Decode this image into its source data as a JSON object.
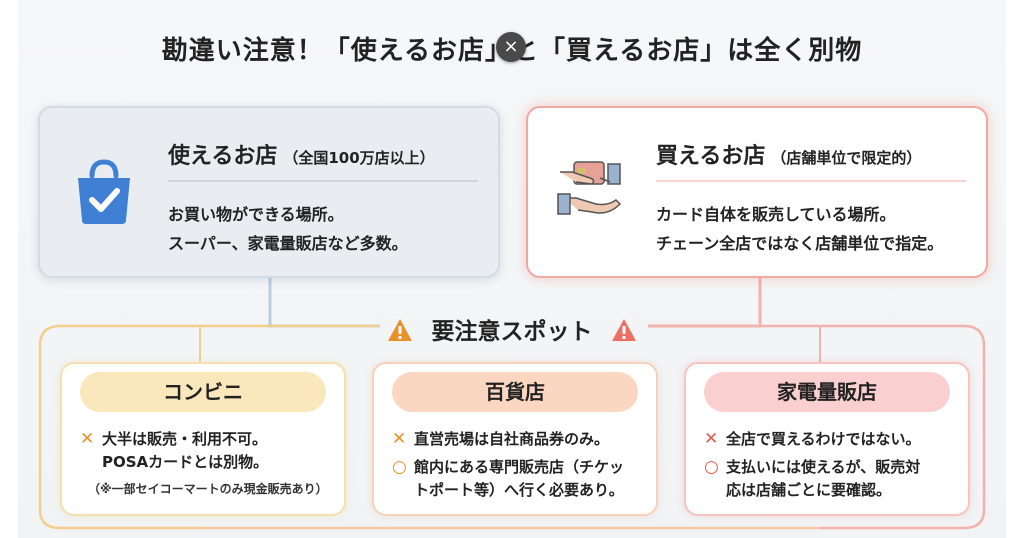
{
  "title": "勘違い注意！「使えるお店」と「買えるお店」は全く別物",
  "close_button": "×",
  "cards": {
    "left": {
      "heading": "使えるお店",
      "sub": "（全国100万店以上）",
      "lines": [
        "お買い物ができる場所。",
        "スーパー、家電量販店など多数。"
      ],
      "icon": "shopping-bag-check-icon"
    },
    "right": {
      "heading": "買えるお店",
      "sub": "（店舗単位で限定的）",
      "lines": [
        "カード自体を販売している場所。",
        "チェーン全店ではなく店舗単位で指定。"
      ],
      "icon": "hand-card-handover-icon"
    }
  },
  "spot": {
    "title": "要注意スポット",
    "icon": "warning-triangle-icon"
  },
  "boxes": [
    {
      "title": "コンビニ",
      "items": [
        {
          "mark": "✕",
          "lines": [
            "大半は販売・利用不可。",
            "POSAカードとは別物。"
          ]
        }
      ],
      "note": "（※一部セイコーマートのみ現金販売あり）"
    },
    {
      "title": "百貨店",
      "items": [
        {
          "mark": "✕",
          "lines": [
            "直営売場は自社商品券のみ。"
          ]
        },
        {
          "mark": "○",
          "lines": [
            "館内にある専門販売店（チケッ",
            "トポート等）へ行く必要あり。"
          ]
        }
      ]
    },
    {
      "title": "家電量販店",
      "items": [
        {
          "mark": "✕",
          "lines": [
            "全店で買えるわけではない。"
          ]
        },
        {
          "mark": "○",
          "lines": [
            "支払いには使えるが、販売対",
            "応は店舗ごとに要確認。"
          ]
        }
      ]
    }
  ],
  "colors": {
    "accent_orange": "#e8902a",
    "accent_red": "#e05a4e",
    "bag_blue": "#3f7fd4"
  }
}
